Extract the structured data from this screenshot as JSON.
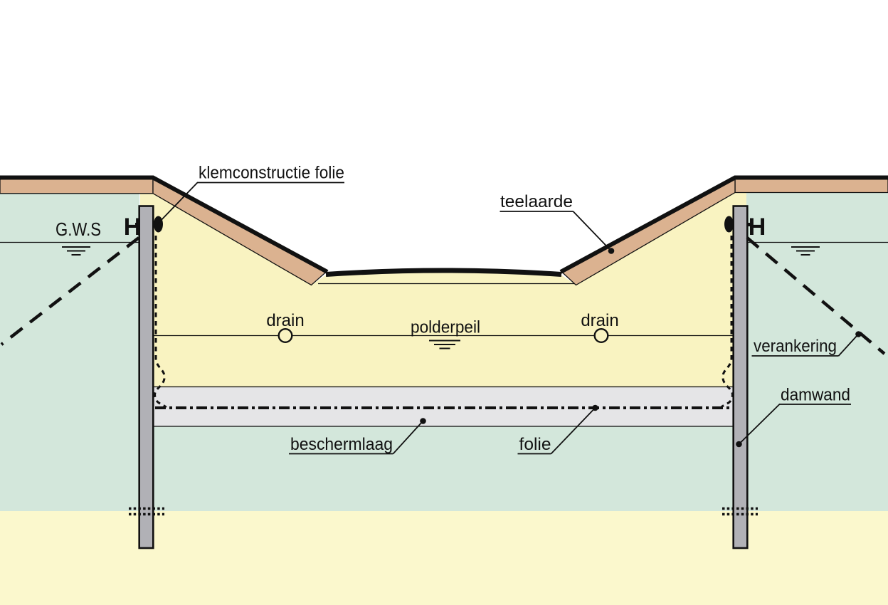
{
  "diagram": {
    "description": "Cross-section technical drawing of a Dutch polder foil construction (folieconstructie) between two sheet pile walls"
  },
  "labels": {
    "klemconstructie_folie": "klemconstructie folie",
    "teelaarde": "teelaarde",
    "gws": "G.W.S",
    "drain_left": "drain",
    "drain_right": "drain",
    "polderpeil": "polderpeil",
    "verankering": "verankering",
    "damwand": "damwand",
    "beschermlaag": "beschermlaag",
    "folie": "folie",
    "anchor_head_left": "H",
    "anchor_head_right": "H"
  },
  "colors": {
    "air": "#FFFFFF",
    "soil_green": "#D3E7DB",
    "sand_fill_yellow": "#F9F3C1",
    "deep_sand_yellow": "#FBF8CD",
    "topsoil_tan": "#DBB290",
    "sheet_pile_gray": "#B1B1B6",
    "beschermlaag_gray": "#E5E5E7",
    "line_black": "#111111"
  }
}
